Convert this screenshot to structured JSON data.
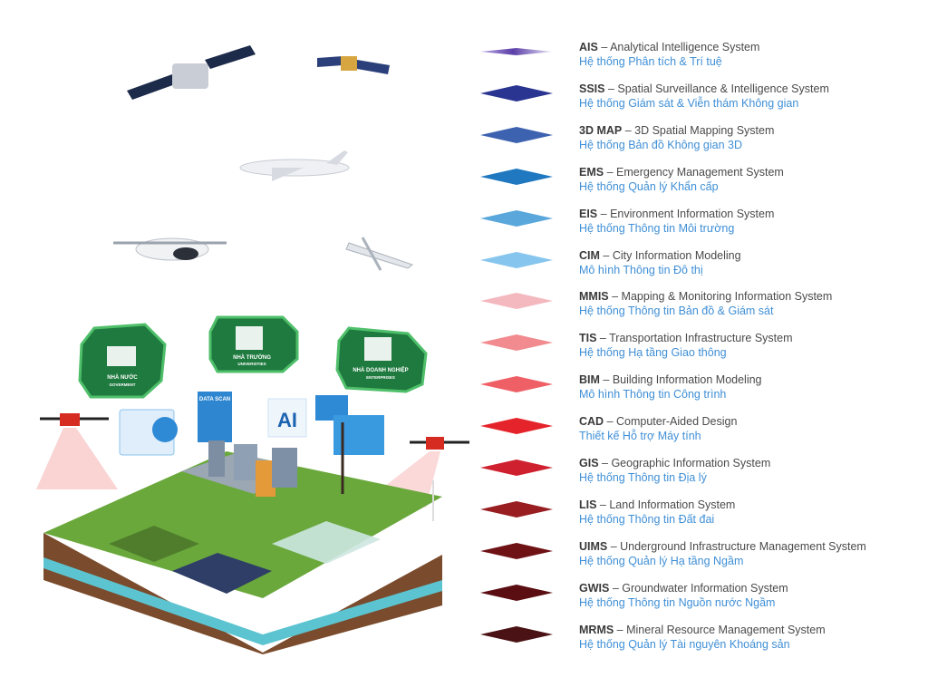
{
  "badges": [
    {
      "vi": "NHÀ NƯỚC",
      "en": "GOVERMENT"
    },
    {
      "vi": "NHÀ TRƯỜNG",
      "en": "UNIVERSITIES"
    },
    {
      "vi": "NHÀ DOANH NGHIỆP",
      "en": "ENTERPRISES"
    }
  ],
  "panels": {
    "data_scan": "DATA SCAN",
    "ai": "AI"
  },
  "layers": [
    {
      "abbr": "AIS",
      "name": "Analytical Intelligence System",
      "vi": "Hệ thống Phân tích & Trí tuệ",
      "color": "#8b6fc6"
    },
    {
      "abbr": "SSIS",
      "name": "Spatial Surveillance & Intelligence System",
      "vi": "Hệ thống Giám sát & Viễn thám Không gian",
      "color": "#2a3591"
    },
    {
      "abbr": "3D MAP",
      "name": "3D Spatial Mapping System",
      "vi": "Hệ thống Bản đồ Không gian 3D",
      "color": "#3d62b0"
    },
    {
      "abbr": "EMS",
      "name": "Emergency Management System",
      "vi": "Hệ thống Quản lý Khẩn cấp",
      "color": "#1f78c0"
    },
    {
      "abbr": "EIS",
      "name": "Environment Information System",
      "vi": "Hệ thống Thông tin Môi trường",
      "color": "#5aa7dc"
    },
    {
      "abbr": "CIM",
      "name": "City Information Modeling",
      "vi": "Mô hình Thông tin Đô thị",
      "color": "#86c5ee"
    },
    {
      "abbr": "MMIS",
      "name": "Mapping & Monitoring Information System",
      "vi": "Hệ thống Thông tin Bản đồ & Giám sát",
      "color": "#f4b8bf"
    },
    {
      "abbr": "TIS",
      "name": "Transportation Infrastructure System",
      "vi": "Hệ thống Hạ tầng Giao thông",
      "color": "#f28b8f"
    },
    {
      "abbr": "BIM",
      "name": "Building Information Modeling",
      "vi": "Mô hình Thông tin Công trình",
      "color": "#ef5f66"
    },
    {
      "abbr": "CAD",
      "name": "Computer-Aided Design",
      "vi": "Thiết kế Hỗ trợ Máy tính",
      "color": "#e5232a"
    },
    {
      "abbr": "GIS",
      "name": "Geographic Information System",
      "vi": "Hệ thống Thông tin Địa lý",
      "color": "#cf2030"
    },
    {
      "abbr": "LIS",
      "name": "Land Information System",
      "vi": "Hệ thống Thông tin Đất đai",
      "color": "#981e22"
    },
    {
      "abbr": "UIMS",
      "name": "Underground Infrastructure Management System",
      "vi": "Hệ thống Quản lý Hạ tầng Ngầm",
      "color": "#6f1216"
    },
    {
      "abbr": "GWIS",
      "name": "Groundwater Information System",
      "vi": "Hệ thống Thông tin Nguồn nước Ngầm",
      "color": "#5a0e12"
    },
    {
      "abbr": "MRMS",
      "name": "Mineral Resource Management System",
      "vi": "Hệ thống Quản lý Tài nguyên Khoáng sản",
      "color": "#4a1214"
    }
  ]
}
